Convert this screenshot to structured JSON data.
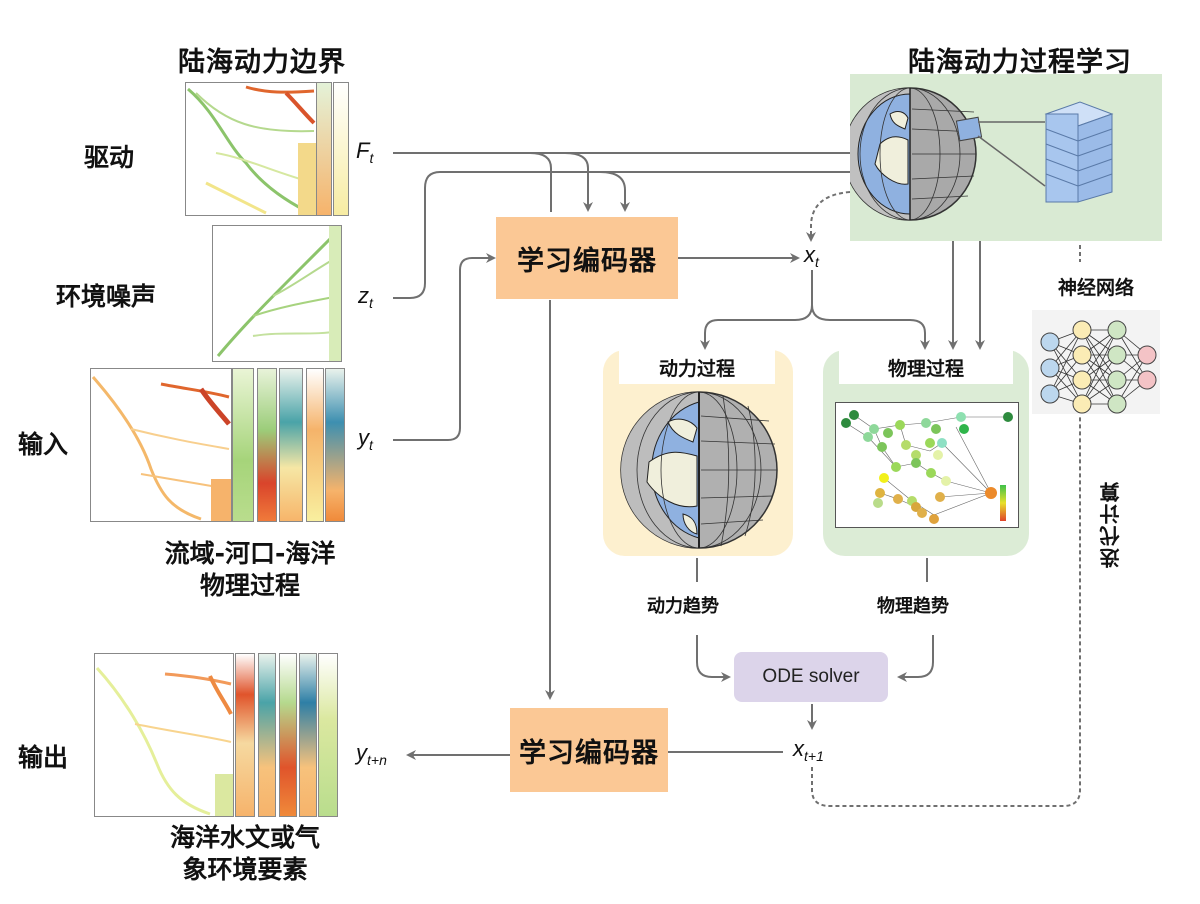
{
  "left": {
    "boundary_title": "陆海动力边界",
    "drive_label": "驱动",
    "noise_label": "环境噪声",
    "input_label": "输入",
    "input_caption_line1": "流域-河口-海洋",
    "input_caption_line2": "物理过程",
    "output_label": "输出",
    "output_caption_line1": "海洋水文或气",
    "output_caption_line2": "象环境要素"
  },
  "variables": {
    "F": {
      "base": "F",
      "sub": "t"
    },
    "z": {
      "base": "z",
      "sub": "t"
    },
    "y": {
      "base": "y",
      "sub": "t"
    },
    "x": {
      "base": "x",
      "sub": "t"
    },
    "x_learn": {
      "base": "x",
      "sub": "t"
    },
    "x_next": {
      "base": "x",
      "sub": "t+1"
    },
    "y_out": {
      "base": "y",
      "sub": "t+n"
    }
  },
  "encoder_top": {
    "label": "学习编码器"
  },
  "encoder_bottom": {
    "label": "学习编码器"
  },
  "learning": {
    "title": "陆海动力过程学习"
  },
  "neural_net": {
    "title": "神经网络"
  },
  "iteration": {
    "label": "迭代计算"
  },
  "dynamic_panel": {
    "title": "动力过程",
    "trend": "动力趋势"
  },
  "physical_panel": {
    "title": "物理过程",
    "trend": "物理趋势"
  },
  "ode": {
    "label": "ODE solver"
  },
  "colors": {
    "encoder": "#fbc895",
    "learning_bg": "#d9ead3",
    "dynamic_bg": "#fdf0cf",
    "physical_bg": "#dcecd6",
    "ode_bg": "#dcd4ea",
    "nn_bg": "#f3f3f3",
    "wire": "#707070"
  }
}
